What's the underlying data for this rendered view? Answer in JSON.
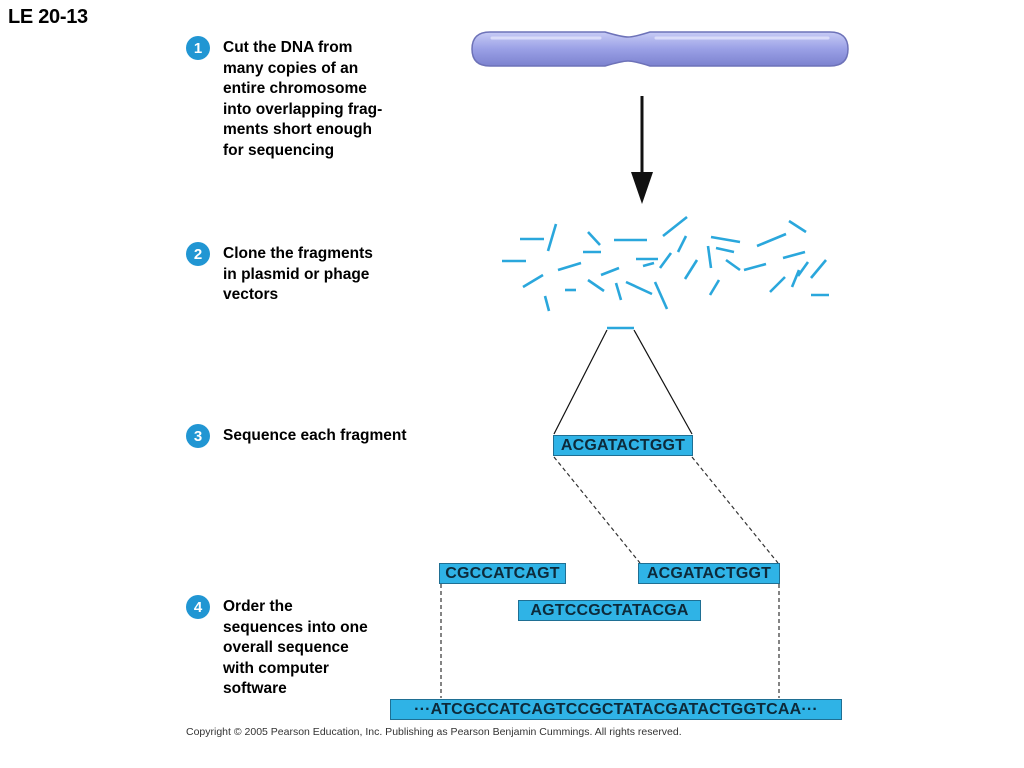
{
  "figure_label": "LE 20-13",
  "steps": [
    {
      "number": "1",
      "text": "Cut the DNA from\nmany copies of an\nentire chromosome\ninto overlapping frag-\nments short enough\nfor sequencing"
    },
    {
      "number": "2",
      "text": "Clone the fragments\nin plasmid or phage\nvectors"
    },
    {
      "number": "3",
      "text": "Sequence each fragment"
    },
    {
      "number": "4",
      "text": "Order the\nsequences into one\noverall sequence\nwith computer\nsoftware"
    }
  ],
  "sequences": {
    "single_fragment": "ACGATACTGGT",
    "fragment_left": "CGCCATCAGT",
    "fragment_right": "ACGATACTGGT",
    "fragment_middle": "AGTCCGCTATACGA",
    "overall": "···ATCGCCATCAGTCCGCTATACGATACTGGTCAA···"
  },
  "copyright": "Copyright ©  2005 Pearson Education, Inc. Publishing as Pearson Benjamin Cummings. All rights reserved.",
  "colors": {
    "badge": "#2196d3",
    "fragment": "#2aa7dc",
    "sequence_box": "#2fb3e6",
    "chromosome": "#9aa0e6"
  }
}
